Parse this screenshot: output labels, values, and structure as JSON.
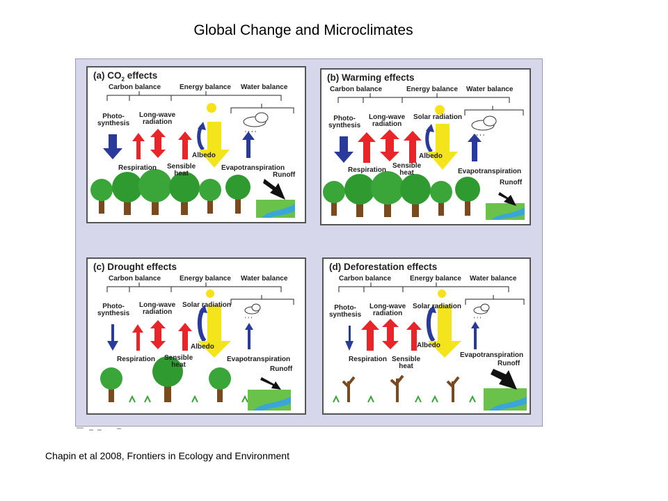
{
  "slide": {
    "title": "Global Change and Microclimates",
    "citation": "Chapin et al 2008, Frontiers in Ecology and Environment"
  },
  "labels": {
    "carbon_balance": "Carbon balance",
    "energy_balance": "Energy balance",
    "water_balance": "Water balance",
    "photosynthesis": "Photo-\nsynthesis",
    "long_wave": "Long-wave\nradiation",
    "solar_radiation": "Solar radiation",
    "albedo": "Albedo",
    "respiration": "Respiration",
    "sensible_heat": "Sensible\nheat",
    "evapotranspiration": "Evapotranspiration",
    "runoff": "Runoff"
  },
  "panels": [
    {
      "key": "a",
      "prefix": "(a) CO",
      "sub": "2",
      "suffix": " effects"
    },
    {
      "key": "b",
      "prefix": "(b) Warming effects",
      "sub": "",
      "suffix": ""
    },
    {
      "key": "c",
      "prefix": "(c) Drought effects",
      "sub": "",
      "suffix": ""
    },
    {
      "key": "d",
      "prefix": "(d) Deforestation effects",
      "sub": "",
      "suffix": ""
    }
  ],
  "colors": {
    "red_arrow": "#e8262a",
    "blue_arrow": "#2a3a9a",
    "sun": "#f7e21a",
    "solar_arrow": "#f4e41c",
    "tree": "#3aa63a",
    "water": "#3aa6d8"
  }
}
